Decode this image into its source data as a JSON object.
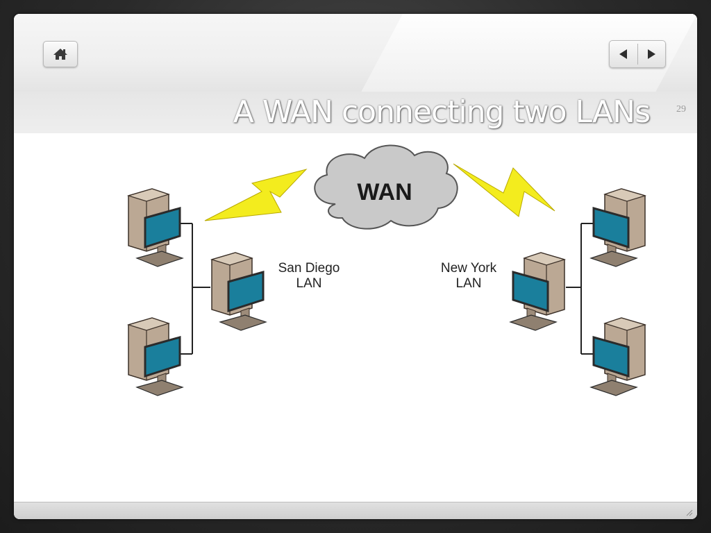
{
  "slide": {
    "title": "A WAN connecting two LANs",
    "page_number": "29"
  },
  "toolbar": {
    "home_icon": "home-icon",
    "prev_icon": "triangle-left-icon",
    "next_icon": "triangle-right-icon"
  },
  "diagram": {
    "cloud_label": "WAN",
    "left_lan": {
      "line1": "San Diego",
      "line2": "LAN"
    },
    "right_lan": {
      "line1": "New York",
      "line2": "LAN"
    },
    "colors": {
      "monitor_screen": "#1a7f9c",
      "lightning": "#f3ec1e",
      "cloud": "#c8c8c8"
    }
  }
}
